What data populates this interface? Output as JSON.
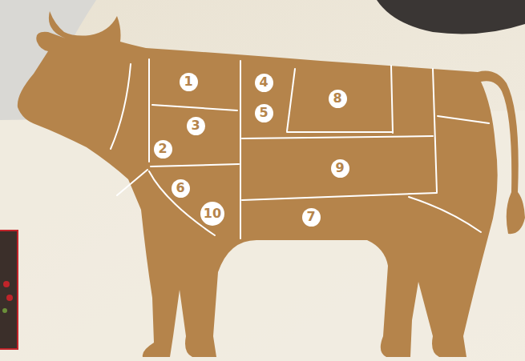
{
  "diagram": {
    "nodes": [
      {
        "text": [
          "1"
        ]
      },
      {
        "text": [
          "2"
        ]
      },
      {
        "text": [
          "3"
        ]
      },
      {
        "text": [
          "4"
        ]
      },
      {
        "text": [
          "5"
        ]
      },
      {
        "text": [
          "6"
        ]
      },
      {
        "text": [
          "7"
        ]
      },
      {
        "text": [
          "8"
        ]
      },
      {
        "text": [
          "9"
        ]
      },
      {
        "text": [
          "10"
        ]
      }
    ]
  }
}
